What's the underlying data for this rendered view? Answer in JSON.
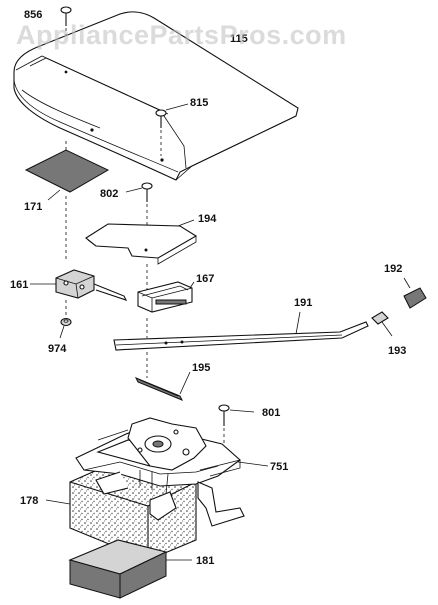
{
  "watermark": "AppliancePartsPros.com",
  "parts": {
    "p856": "856",
    "p115": "115",
    "p815": "815",
    "p171": "171",
    "p802": "802",
    "p194": "194",
    "p161": "161",
    "p167": "167",
    "p191": "191",
    "p192": "192",
    "p974": "974",
    "p193": "193",
    "p195": "195",
    "p801": "801",
    "p751": "751",
    "p178": "178",
    "p181": "181"
  }
}
